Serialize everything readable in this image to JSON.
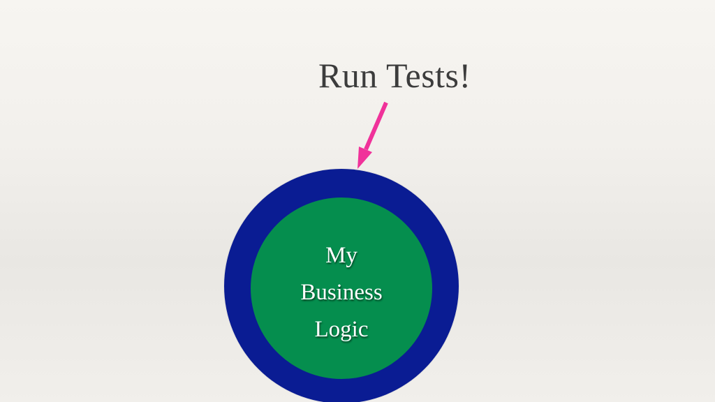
{
  "slide": {
    "title": "Run Tests!",
    "label_lines": [
      "My",
      "Business",
      "Logic"
    ]
  },
  "colors": {
    "text": "#3c3c3c",
    "arrow": "#f0329a",
    "outer_ring": "#0a1c93",
    "inner_circle": "#058e4e",
    "label": "#ffffff"
  },
  "icons": {
    "arrow": "arrow-down-left-icon"
  }
}
